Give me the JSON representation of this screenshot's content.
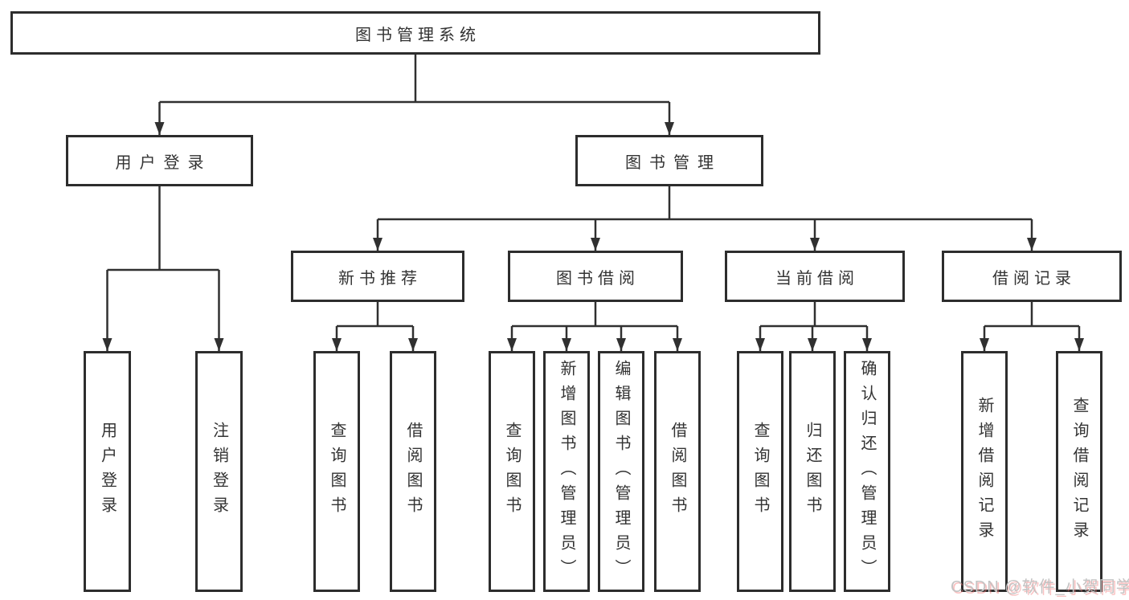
{
  "tree": {
    "root": {
      "label": "图书管理系统"
    },
    "children": [
      {
        "label": "用户登录",
        "children": [
          {
            "label": "用户登录"
          },
          {
            "label": "注销登录"
          }
        ]
      },
      {
        "label": "图书管理",
        "children": [
          {
            "label": "新书推荐",
            "children": [
              {
                "label": "查询图书"
              },
              {
                "label": "借阅图书"
              }
            ]
          },
          {
            "label": "图书借阅",
            "children": [
              {
                "label": "查询图书"
              },
              {
                "label": "新增图书（管理员）"
              },
              {
                "label": "编辑图书（管理员）"
              },
              {
                "label": "借阅图书"
              }
            ]
          },
          {
            "label": "当前借阅",
            "children": [
              {
                "label": "查询图书"
              },
              {
                "label": "归还图书"
              },
              {
                "label": "确认归还（管理员）"
              }
            ]
          },
          {
            "label": "借阅记录",
            "children": [
              {
                "label": "新增借阅记录"
              },
              {
                "label": "查询借阅记录"
              }
            ]
          }
        ]
      }
    ]
  },
  "watermark": {
    "text": "CSDN @软件_小贺同学"
  },
  "colors": {
    "background": "#ffffff",
    "box_border": "#2d2d2d",
    "connector_line": "#303030",
    "text": "#333333",
    "watermark_text": "#c3c3c3",
    "watermark_shadow": "#f57878"
  }
}
